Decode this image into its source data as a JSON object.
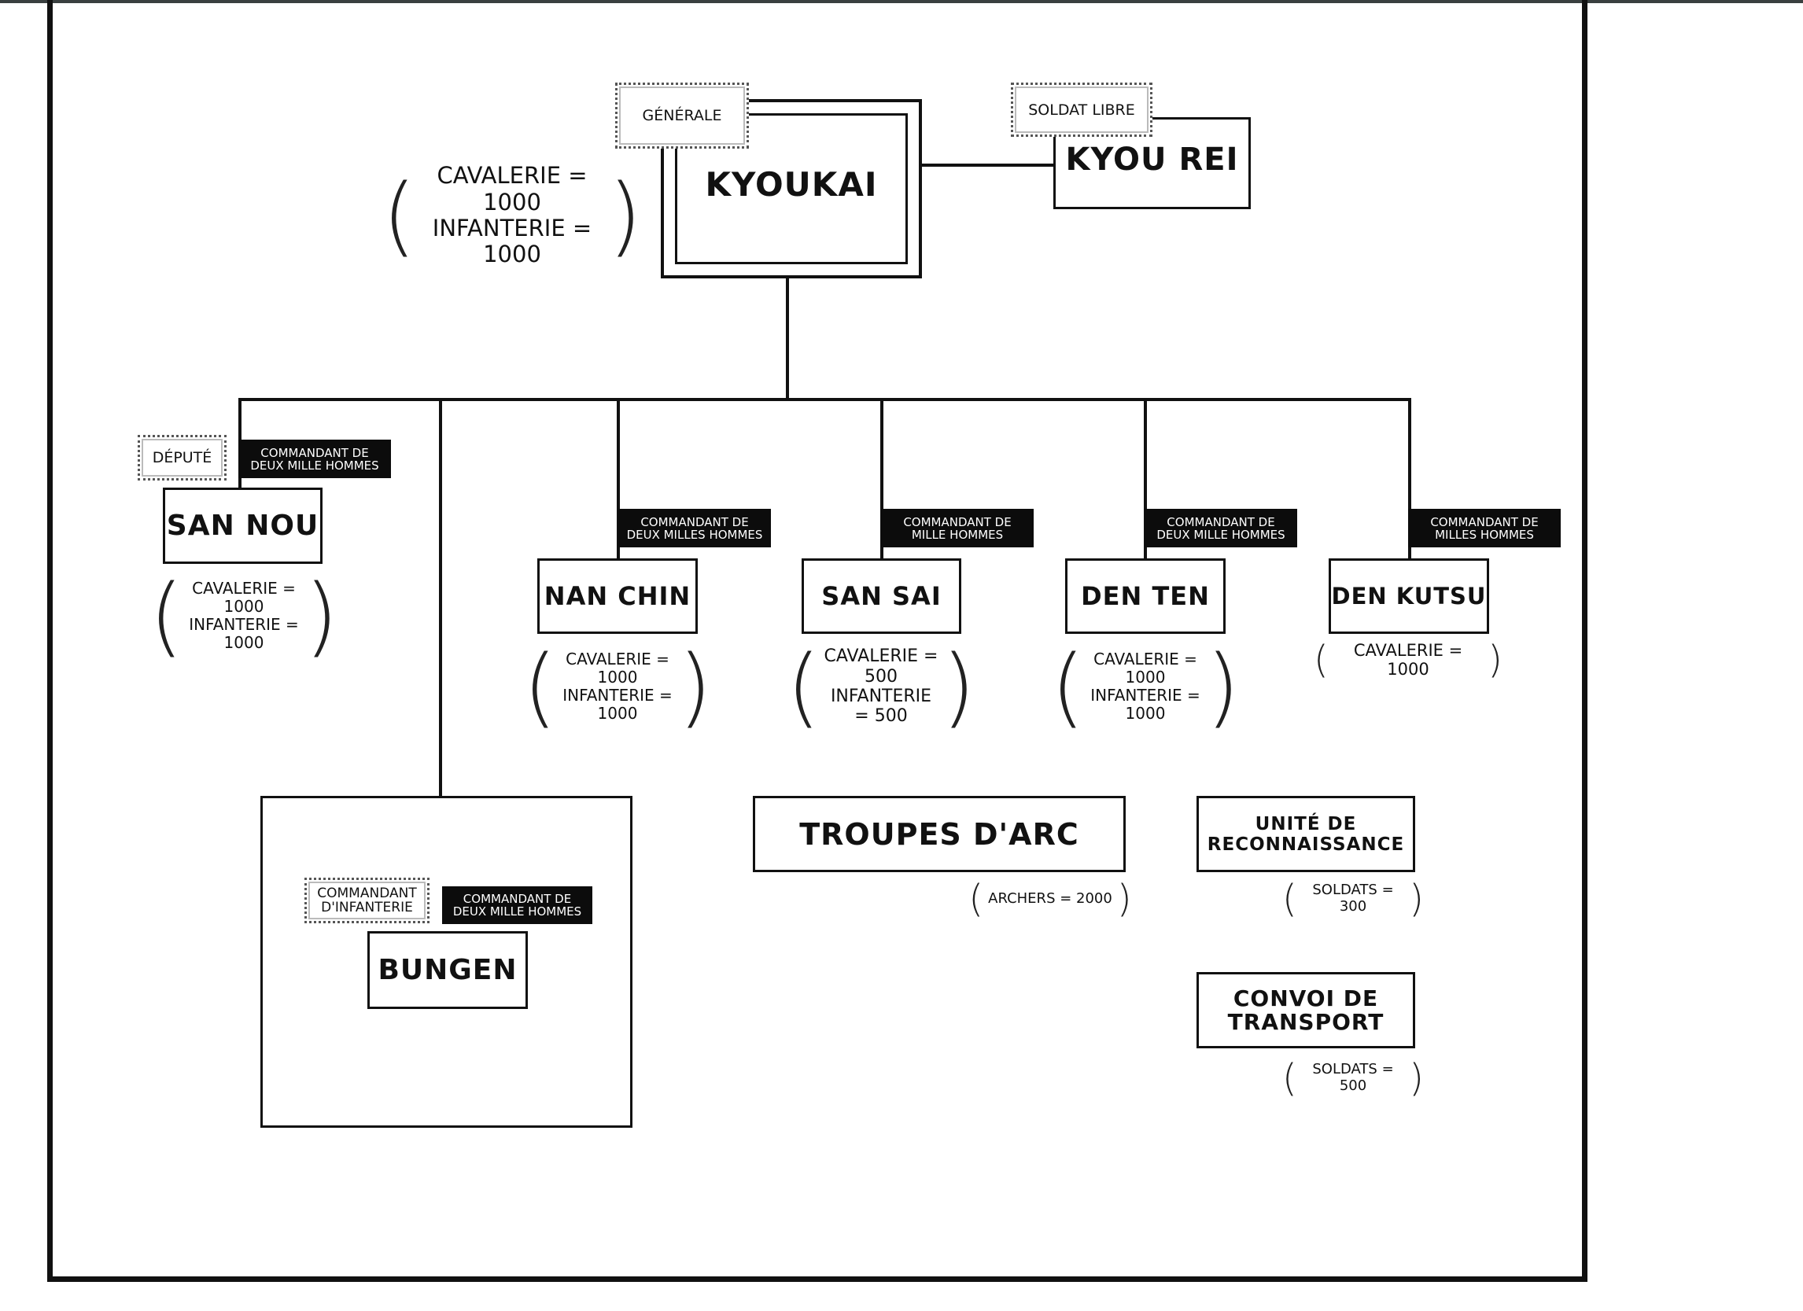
{
  "general": {
    "label": "GÉNÉRALE",
    "name": "KYOUKAI",
    "troops": [
      "CAVALERIE = 1000",
      "INFANTERIE = 1000"
    ]
  },
  "free_soldier": {
    "label": "SOLDAT LIBRE",
    "name": "KYOU REI"
  },
  "san_nou": {
    "label": "DÉPUTÉ",
    "tag": [
      "COMMANDANT DE",
      "DEUX MILLE HOMMES"
    ],
    "name": "SAN NOU",
    "troops": [
      "CAVALERIE = 1000",
      "INFANTERIE = 1000"
    ]
  },
  "nan_chin": {
    "tag": [
      "COMMANDANT DE",
      "DEUX MILLES HOMMES"
    ],
    "name": "NAN CHIN",
    "troops": [
      "CAVALERIE = 1000",
      "INFANTERIE = 1000"
    ]
  },
  "san_sai": {
    "tag": [
      "COMMANDANT DE",
      "MILLE HOMMES"
    ],
    "name": "SAN SAI",
    "troops": [
      "CAVALERIE = 500",
      "INFANTERIE = 500"
    ]
  },
  "den_ten": {
    "tag": [
      "COMMANDANT DE",
      "DEUX MILLE HOMMES"
    ],
    "name": "DEN TEN",
    "troops": [
      "CAVALERIE = 1000",
      "INFANTERIE = 1000"
    ]
  },
  "den_kutsu": {
    "tag": [
      "COMMANDANT DE",
      "MILLES HOMMES"
    ],
    "name": "DEN KUTSU",
    "troops": [
      "CAVALERIE = 1000"
    ]
  },
  "bungen": {
    "label": [
      "COMMANDANT",
      "D'INFANTERIE"
    ],
    "tag": [
      "COMMANDANT DE",
      "DEUX MILLE HOMMES"
    ],
    "name": "BUNGEN"
  },
  "archers": {
    "name": "TROUPES D'ARC",
    "troops": [
      "ARCHERS = 2000"
    ]
  },
  "recon": {
    "name": [
      "UNITÉ DE",
      "RECONNAISSANCE"
    ],
    "troops": [
      "SOLDATS = 300"
    ]
  },
  "transport": {
    "name": [
      "CONVOI DE",
      "TRANSPORT"
    ],
    "troops": [
      "SOLDATS = 500"
    ]
  }
}
